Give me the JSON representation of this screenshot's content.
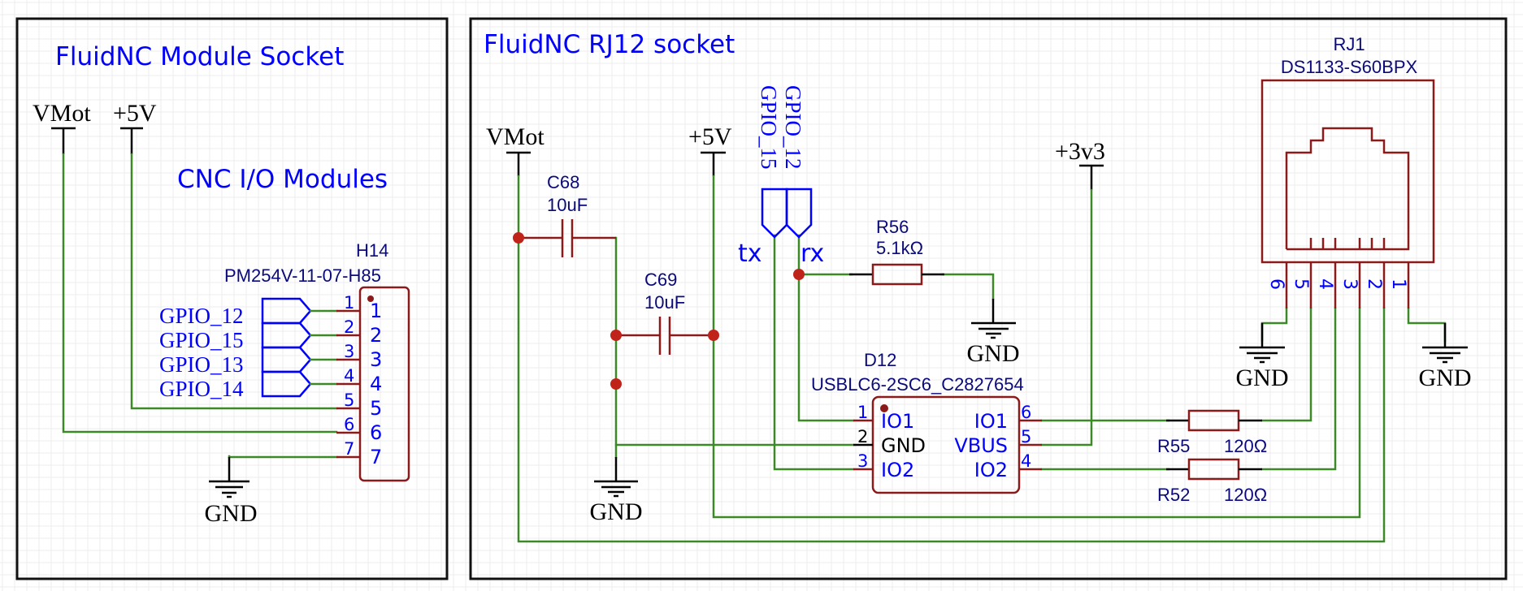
{
  "sheet1": {
    "title": "FluidNC Module Socket",
    "subtitle": "CNC I/O Modules",
    "power": {
      "vmot": "VMot",
      "v5": "+5V"
    },
    "gnd": "GND",
    "header": {
      "ref": "H14",
      "part": "PM254V-11-07-H85",
      "pins": [
        "1",
        "2",
        "3",
        "4",
        "5",
        "6",
        "7"
      ],
      "nets": [
        "GPIO_12",
        "GPIO_15",
        "GPIO_13",
        "GPIO_14"
      ]
    }
  },
  "sheet2": {
    "title": "FluidNC RJ12 socket",
    "power": {
      "vmot": "VMot",
      "v5": "+5V",
      "v33": "+3v3"
    },
    "gnd": "GND",
    "nets": {
      "gpio12": "GPIO_12",
      "gpio15": "GPIO_15",
      "tx": "tx",
      "rx": "rx"
    },
    "c68": {
      "ref": "C68",
      "value": "10uF"
    },
    "c69": {
      "ref": "C69",
      "value": "10uF"
    },
    "r56": {
      "ref": "R56",
      "value": "5.1kΩ"
    },
    "r55": {
      "ref": "R55",
      "value": "120Ω"
    },
    "r52": {
      "ref": "R52",
      "value": "120Ω"
    },
    "d12": {
      "ref": "D12",
      "part": "USBLC6-2SC6_C2827654",
      "left_pins": [
        {
          "num": "1",
          "name": "IO1"
        },
        {
          "num": "2",
          "name": "GND"
        },
        {
          "num": "3",
          "name": "IO2"
        }
      ],
      "right_pins": [
        {
          "num": "6",
          "name": "IO1"
        },
        {
          "num": "5",
          "name": "VBUS"
        },
        {
          "num": "4",
          "name": "IO2"
        }
      ]
    },
    "rj1": {
      "ref": "RJ1",
      "part": "DS1133-S60BPX",
      "pins": [
        "6",
        "5",
        "4",
        "3",
        "2",
        "1"
      ]
    }
  }
}
